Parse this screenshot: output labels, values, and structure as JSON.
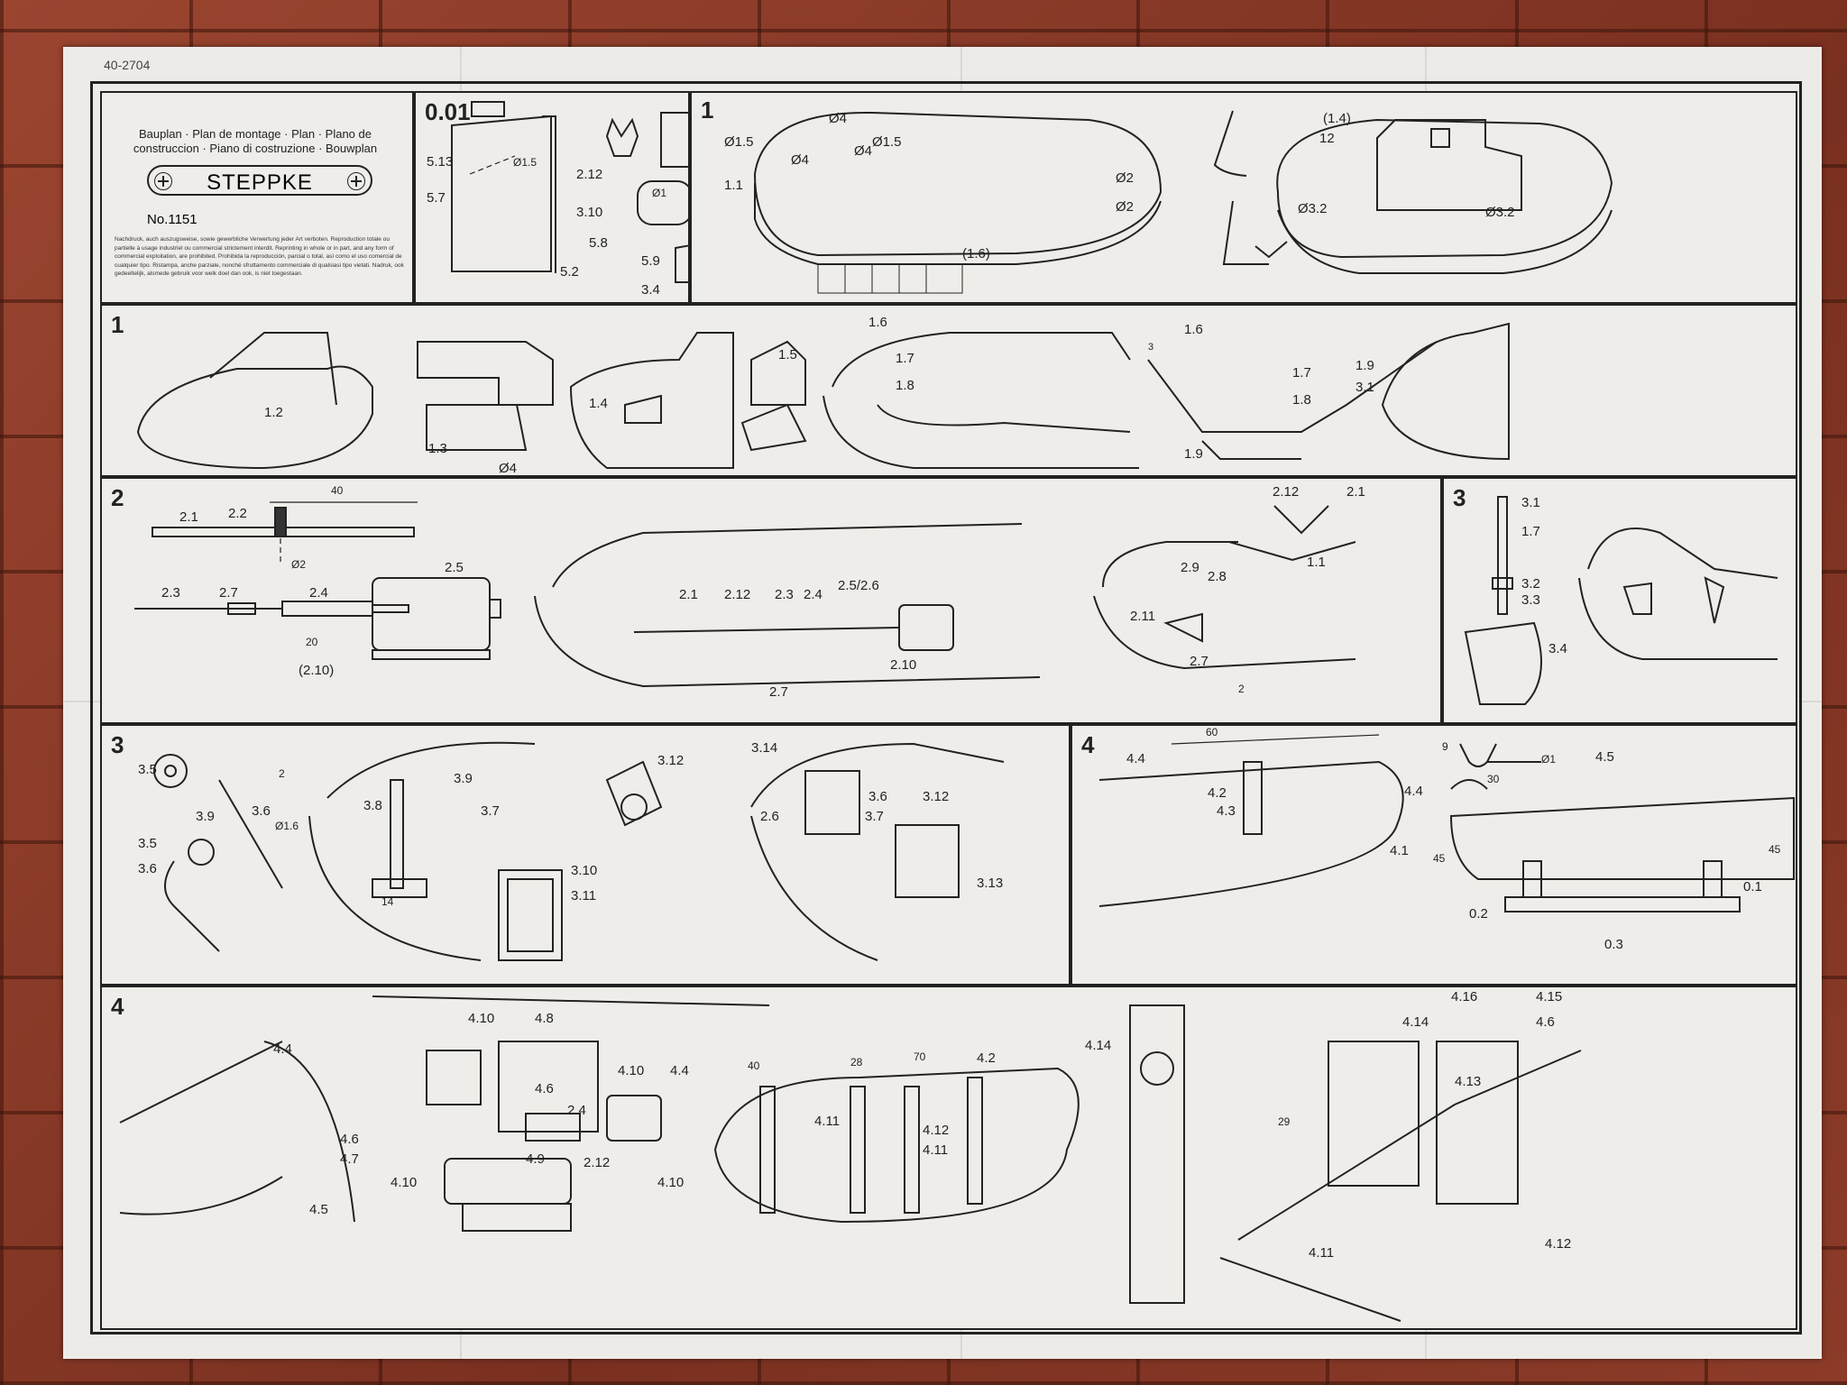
{
  "sheet_code": "40-2704",
  "title_block": {
    "heading": "Bauplan · Plan de montage · Plan · Plano de construccion · Piano di costruzione · Bouwplan",
    "model_name": "STEPPKE",
    "model_no": "No.1151",
    "fine_print": "Nachdruck, auch auszugsweise, sowie gewerbliche Verwertung jeder Art verboten. Reproduction totale ou partielle à usage industriel ou commercial strictement interdit. Reprinting in whole or in part, and any form of commercial exploitation, are prohibited. Prohibida la reproducción, parcial o total, así como el uso comercial de cualquier tipo. Ristampa, anche parziale, nonché sfruttamento commerciale di qualsiasi tipo vietati. Nadruk, ook gedeeltelijk, alsmede gebruik voor welk doel dan ook, is niet toegestaan."
  },
  "panels": {
    "p001": {
      "step": "0.01",
      "labels": [
        "5.13",
        "5.7",
        "5.2",
        "2.12",
        "3.10",
        "5.8",
        "5.9",
        "3.4",
        "Ø1.5",
        "Ø1",
        "Ø1"
      ]
    },
    "p1a": {
      "step": "1",
      "labels": [
        "Ø1.5",
        "Ø4",
        "Ø4",
        "Ø1.5",
        "Ø4",
        "1.1",
        "Ø2",
        "Ø2",
        "(1.6)"
      ]
    },
    "p1b": {
      "labels": [
        "(1.4)",
        "12",
        "Ø3.2",
        "Ø3.2"
      ]
    },
    "p1c": {
      "step": "1",
      "labels": [
        "1.2",
        "1.3",
        "Ø4",
        "1.4",
        "1.5",
        "1.6",
        "1.7",
        "1.8",
        "1.6",
        "3",
        "1.7",
        "1.8",
        "1.9",
        "1.9",
        "3.1"
      ]
    },
    "p2": {
      "step": "2",
      "labels": [
        "40",
        "2.1",
        "2.2",
        "Ø2",
        "2.5",
        "2.3",
        "2.7",
        "2.4",
        "20",
        "(2.10)",
        "2.1",
        "2.12",
        "2.3",
        "2.4",
        "2.5/2.6",
        "2.7",
        "2.10",
        "2.12",
        "2.1",
        "1.1",
        "2.9",
        "2.8",
        "2.11",
        "2.7",
        "2"
      ]
    },
    "p3a": {
      "step": "3",
      "labels": [
        "3.1",
        "1.7",
        "3.2",
        "3.3",
        "3.4"
      ]
    },
    "p3b": {
      "step": "3",
      "labels": [
        "3.5",
        "2",
        "3.6",
        "Ø1.6",
        "3.9",
        "3.5",
        "3.6",
        "3.8",
        "3.9",
        "3.7",
        "14",
        "3.10",
        "3.11",
        "3.12",
        "3.14",
        "3.6",
        "3.12",
        "2.6",
        "3.7",
        "3.13"
      ]
    },
    "p4a": {
      "step": "4",
      "labels": [
        "60",
        "4.4",
        "4.2",
        "4.3",
        "4.4",
        "4.1",
        "9",
        "30",
        "Ø1",
        "4.5",
        "45",
        "45",
        "0.2",
        "0.1",
        "0.3"
      ]
    },
    "p4b": {
      "step": "4",
      "labels": [
        "4.4",
        "4.6",
        "4.7",
        "4.5",
        "4.10",
        "4.8",
        "4.6",
        "4.10",
        "4.4",
        "2.4",
        "4.9",
        "2.12",
        "4.10",
        "4.10",
        "40",
        "28",
        "70",
        "4.2",
        "4.11",
        "4.12",
        "4.11",
        "4.14",
        "4.16",
        "4.15",
        "4.14",
        "4.6",
        "4.13",
        "29",
        "4.11",
        "4.12"
      ]
    }
  }
}
